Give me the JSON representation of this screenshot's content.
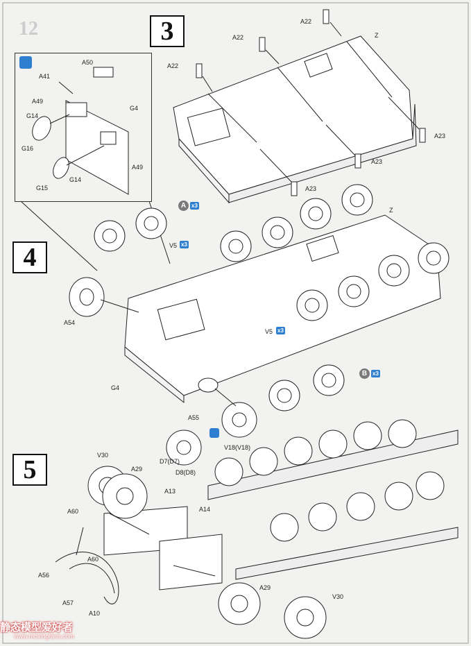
{
  "steps": {
    "s3": "3",
    "s4": "4",
    "s5": "5"
  },
  "background_page_number": "12",
  "labels": {
    "a22_1": "A22",
    "a22_2": "A22",
    "a22_3": "A22",
    "z_3": "Z",
    "a23_1": "A23",
    "a23_2": "A23",
    "a23_3": "A23",
    "a50": "A50",
    "a41": "A41",
    "a49_1": "A49",
    "g4_inset": "G4",
    "g14_1": "G14",
    "g16": "G16",
    "a49_2": "A49",
    "g15": "G15",
    "g14_2": "G14",
    "v5_1": "V5",
    "z_4": "Z",
    "a54": "A54",
    "v5_2": "V5",
    "g4": "G4",
    "a55": "A55",
    "v18": "V18(V18)",
    "d7": "D7(D7)",
    "d8": "D8(D8)",
    "v30_1": "V30",
    "a29_1": "A29",
    "a13": "A13",
    "a14": "A14",
    "a60_1": "A60",
    "a60_2": "A60",
    "a56": "A56",
    "a57": "A57",
    "a10": "A10",
    "a29_2": "A29",
    "v30_2": "V30"
  },
  "badges": {
    "a_letter": "A",
    "a_mult": "x3",
    "b_letter": "B",
    "b_mult": "x3",
    "v5_1_mult": "x3",
    "v5_2_mult": "x3"
  },
  "watermark": {
    "text": "静态模型爱好者",
    "url": "www.moxingfans.com"
  },
  "icons": [
    "pencil-icon",
    "rotate-arrows-icon"
  ]
}
